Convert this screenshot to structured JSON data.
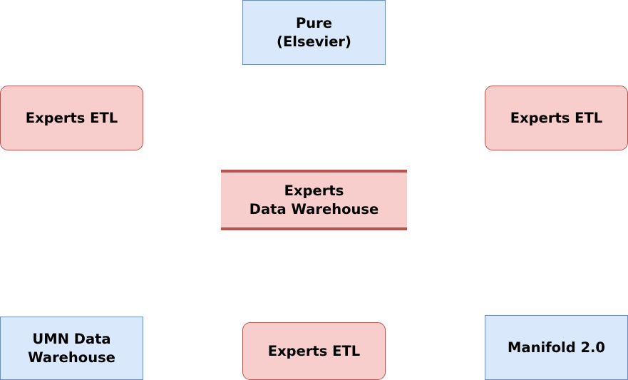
{
  "diagram": {
    "nodes": {
      "pure": {
        "label": "Pure\n(Elsevier)"
      },
      "etl_left": {
        "label": "Experts ETL"
      },
      "etl_right": {
        "label": "Experts ETL"
      },
      "warehouse": {
        "label": "Experts\nData Warehouse"
      },
      "umn": {
        "label": "UMN Data\nWarehouse"
      },
      "etl_bottom": {
        "label": "Experts ETL"
      },
      "manifold": {
        "label": "Manifold 2.0"
      }
    },
    "colors": {
      "source_fill": "#dae8fc",
      "source_stroke": "#6c8ebf",
      "etl_fill": "#f8cecc",
      "etl_stroke": "#b85450"
    }
  }
}
